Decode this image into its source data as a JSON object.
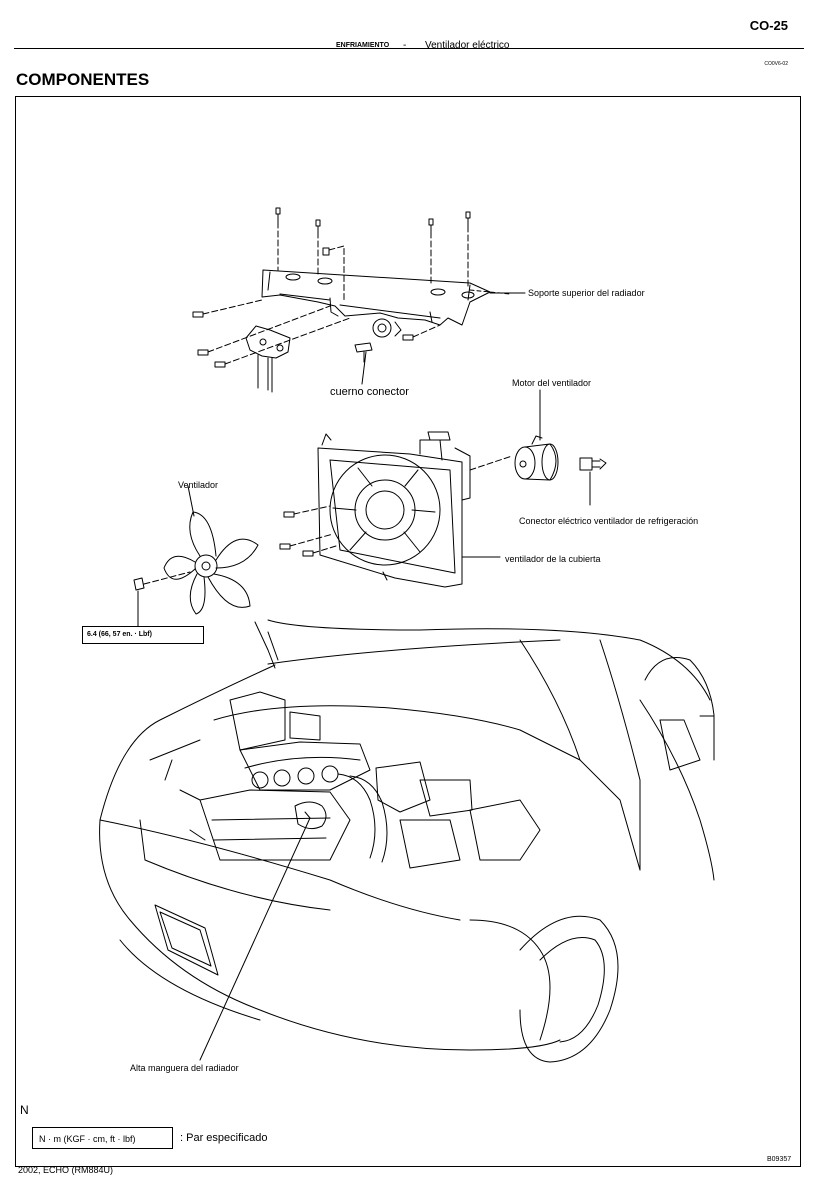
{
  "header": {
    "page_number": "CO-25",
    "section": "ENFRIAMIENTO",
    "separator": "-",
    "subsection": "Ventilador eléctrico",
    "doc_code": "CO0V6-02"
  },
  "title": "COMPONENTES",
  "labels": {
    "upper_support": "Soporte superior del radiador",
    "horn_connector": "cuerno conector",
    "fan_motor": "Motor del ventilador",
    "fan": "Ventilador",
    "connector": "Conector eléctrico ventilador de refrigeración",
    "shroud": "ventilador de la cubierta",
    "hose": "Alta manguera del radiador"
  },
  "torque_spec": "6.4 (66, 57 en. · Lbf)",
  "legend": {
    "north": "N",
    "unit": "N · m (KGF · cm, ft · lbf)",
    "description": ": Par especificado"
  },
  "figure_code": "B09357",
  "footer": "2002, ECHO (RM884U)"
}
